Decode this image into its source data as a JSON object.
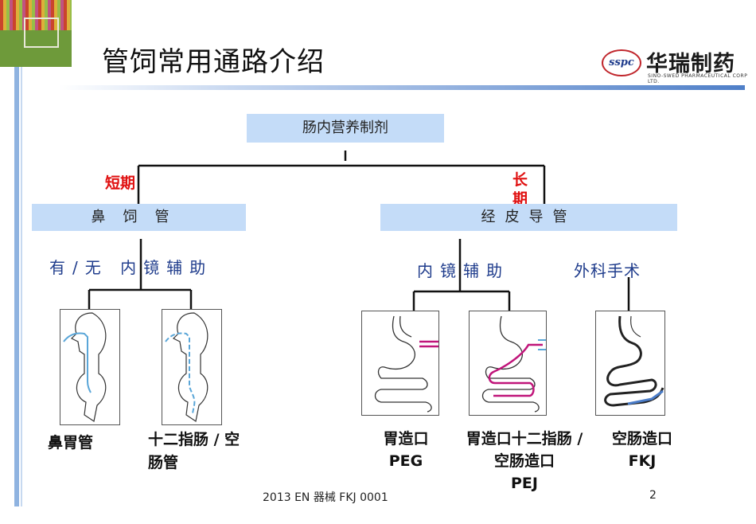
{
  "header": {
    "title": "管饲常用通路介绍",
    "brand_badge": "sspc",
    "brand_name": "华瑞制药",
    "brand_subtitle": "SINO-SWED PHARMACEUTICAL CORP LTD."
  },
  "diagram": {
    "root": "肠内营养制剂",
    "short_term": "短期",
    "long_term": "长期",
    "left_branch": "鼻饲管",
    "right_branch": "经皮导管",
    "left_sub": "有/无 内镜辅助",
    "right_sub_endo": "内镜辅助",
    "right_sub_surgical": "外科手术",
    "captions": {
      "nasogastric": "鼻胃管",
      "nasojejunal": "十二指肠 / 空肠管",
      "peg_line1": "胃造口",
      "peg_line2": "PEG",
      "pej": "胃造口十二指肠 / 空肠造口",
      "pej_line2": "PEJ",
      "fkj_line1": "空肠造口",
      "fkj_line2": "FKJ"
    },
    "colors": {
      "box": "#c4dcf8",
      "red": "#e01010",
      "blue": "#1f3c8c",
      "tube_blue": "#5aa6d8",
      "tube_magenta": "#c0157a"
    }
  },
  "footer": {
    "text": "2013 EN  器械  FKJ 0001",
    "page": "2"
  }
}
